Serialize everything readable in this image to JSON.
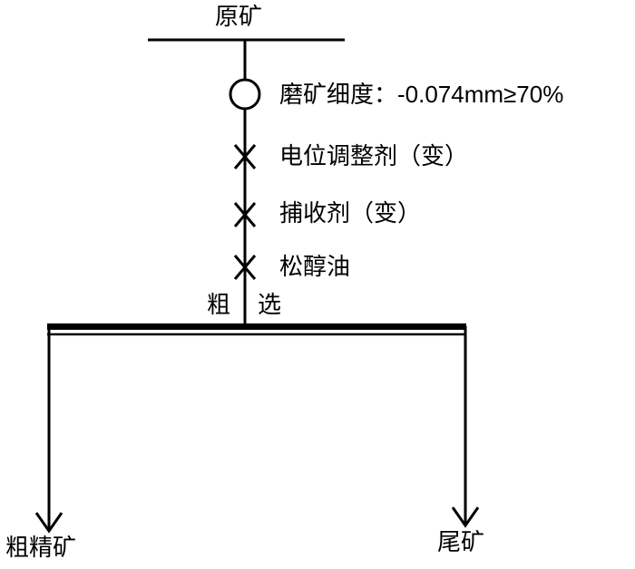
{
  "diagram": {
    "feed": "原矿",
    "grinding": "磨矿细度：-0.074mm≥70%",
    "reagents": [
      "电位调整剂（变）",
      "捕收剂（变）",
      "松醇油"
    ],
    "operation_left": "粗",
    "operation_right": "选",
    "concentrate": "粗精矿",
    "tailings": "尾矿"
  },
  "colors": {
    "line": "#000000",
    "background": "#ffffff"
  }
}
